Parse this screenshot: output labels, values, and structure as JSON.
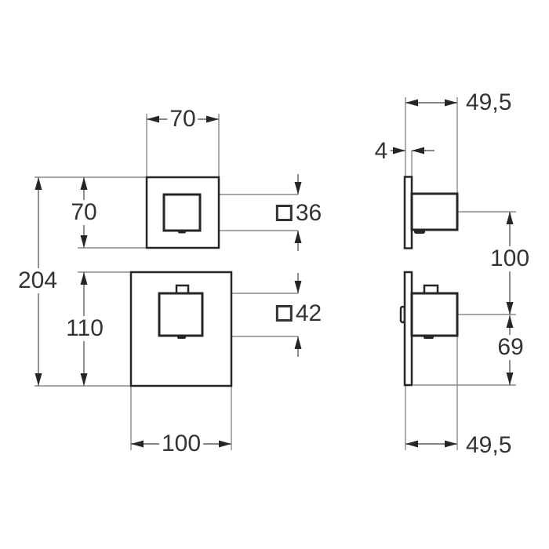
{
  "labels": {
    "front_top_width": "70",
    "front_top_height": "70",
    "overall_height": "204",
    "front_bottom_height": "110",
    "front_bottom_width": "100",
    "knob_top_size": "36",
    "knob_bottom_size": "42",
    "side_depth_top": "49,5",
    "plate_thickness": "4",
    "knob_center_spacing": "100",
    "knob_center_to_bottom": "69",
    "side_depth_bottom": "49,5"
  },
  "colors": {
    "object_line": "#262626",
    "dimension_line": "#5f5f5f",
    "extension_line": "#8a8a8a",
    "text": "#333333",
    "background": "#ffffff"
  }
}
